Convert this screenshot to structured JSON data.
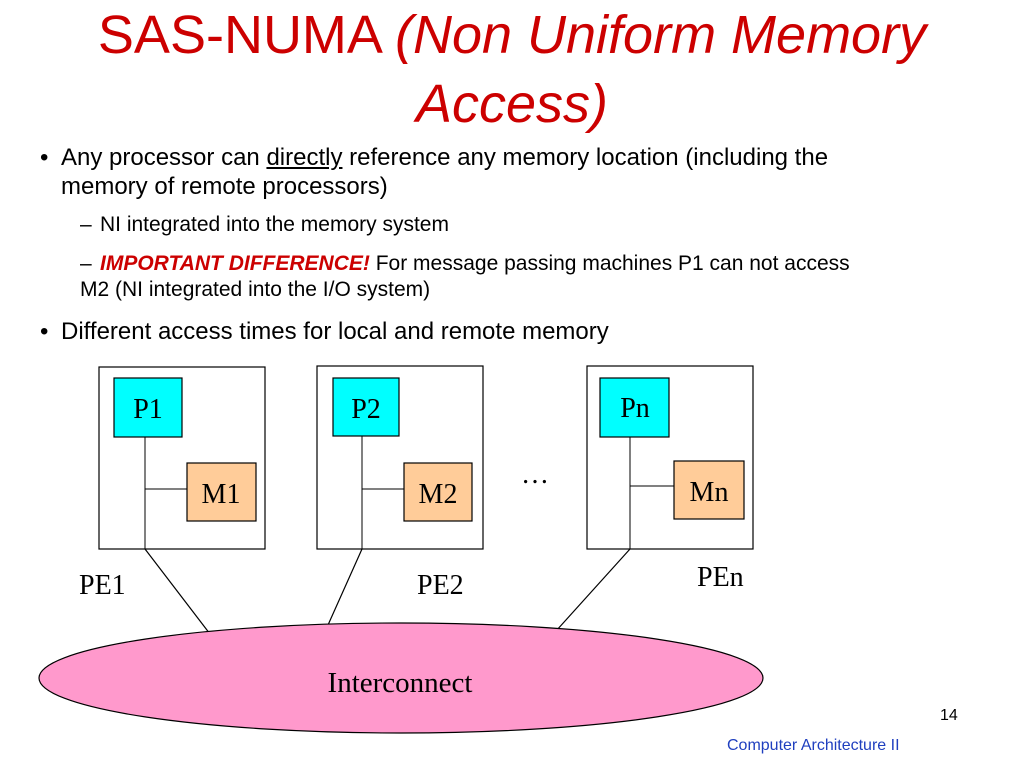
{
  "title": {
    "main": "SAS-NUMA",
    "italic_a": "(Non Uniform Memory",
    "italic_b": "Access)"
  },
  "bullets": {
    "b1_pre": "Any processor can ",
    "b1_underlined": "directly",
    "b1_post": " reference any memory location (including the",
    "b1_line2": "memory of remote processors)",
    "s1": "NI integrated into the memory system",
    "s2_important": "IMPORTANT DIFFERENCE!",
    "s2_rest": " For message passing machines P1 can not access",
    "s2_line2": "M2 (NI integrated into the I/O system)",
    "b2": "Different access times for local and remote memory",
    "bullet_glyph": "•",
    "dash_glyph": "–"
  },
  "diagram": {
    "processors": [
      "P1",
      "P2",
      "Pn"
    ],
    "memories": [
      "M1",
      "M2",
      "Mn"
    ],
    "pe_labels": [
      "PE1",
      "PE2",
      "PEn"
    ],
    "ellipsis": "…",
    "interconnect": "Interconnect",
    "colors": {
      "processor_fill": "#00ffff",
      "memory_fill": "#ffcc99",
      "interconnect_fill": "#ff99cc",
      "title": "#cc0000",
      "footer": "#1f3fbf"
    }
  },
  "footer": {
    "page_number": "14",
    "course": "Computer Architecture II"
  }
}
